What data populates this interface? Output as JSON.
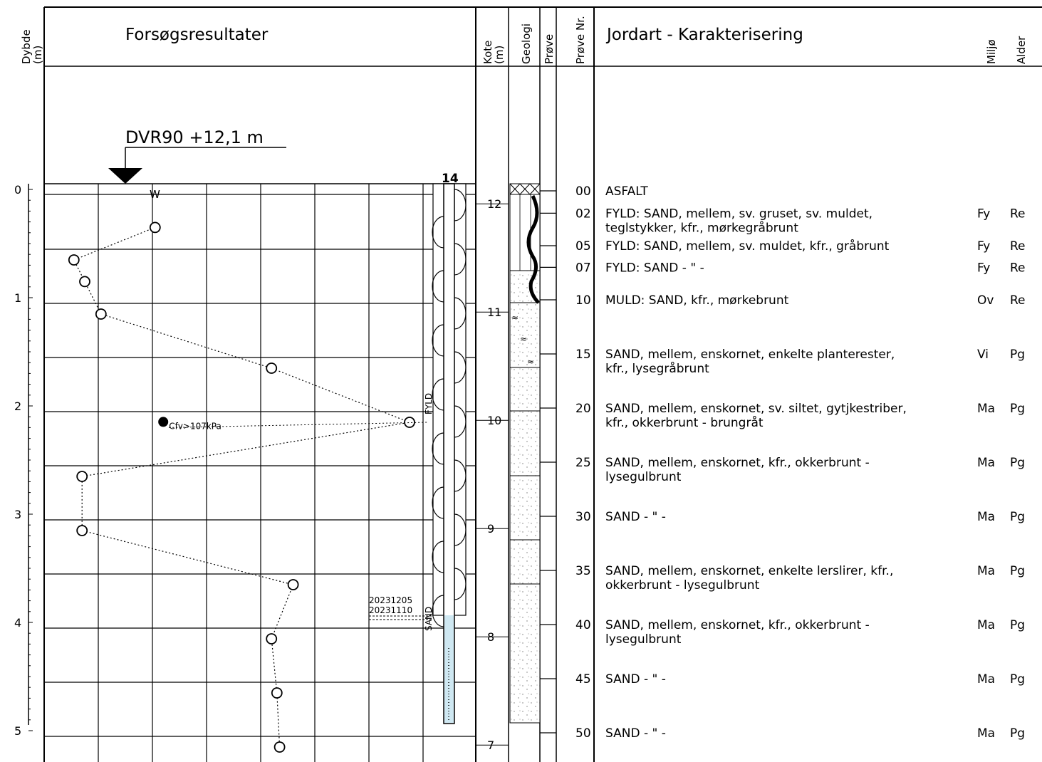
{
  "headers": {
    "dybde": "Dybde",
    "dybde_unit": "(m)",
    "forsog": "Forsøgsresultater",
    "kote": "Kote",
    "kote_unit": "(m)",
    "geologi": "Geologi",
    "prove": "Prøve",
    "prove_nr": "Prøve Nr.",
    "jordart": "Jordart - Karakterisering",
    "miljo": "Miljø",
    "alder": "Alder"
  },
  "reference": {
    "label": "DVR90 +12,1 m",
    "level": 12.1
  },
  "depth_ticks": [
    "0",
    "1",
    "2",
    "3",
    "4",
    "5"
  ],
  "kote_ticks": [
    "12",
    "11",
    "10",
    "9",
    "8",
    "7"
  ],
  "water": {
    "marker": "W",
    "dates": [
      "20231205",
      "20231110"
    ]
  },
  "pipe": {
    "top_label": "14",
    "filter_labels": [
      "FYLD",
      "SAND"
    ]
  },
  "vane_test": {
    "label": "Cfv>107kPa",
    "depth": 2.2
  },
  "chart_data": {
    "type": "scatter",
    "description_series": "measurements vs depth (m)",
    "open_points": [
      {
        "x": 2.05,
        "depth": 0.2
      },
      {
        "x": 0.55,
        "depth": 0.5
      },
      {
        "x": 0.75,
        "depth": 0.7
      },
      {
        "x": 1.05,
        "depth": 1.0
      },
      {
        "x": 4.2,
        "depth": 1.5
      },
      {
        "x": 6.75,
        "depth": 2.0
      },
      {
        "x": 0.7,
        "depth": 2.5
      },
      {
        "x": 0.7,
        "depth": 3.0
      },
      {
        "x": 4.6,
        "depth": 3.5
      },
      {
        "x": 4.2,
        "depth": 4.0
      },
      {
        "x": 4.3,
        "depth": 4.5
      },
      {
        "x": 4.35,
        "depth": 5.0
      }
    ],
    "filled_points": [
      {
        "x": 2.2,
        "depth": 2.2
      }
    ],
    "ylim": [
      0,
      5
    ],
    "grid": true
  },
  "samples": [
    {
      "nr": "00",
      "desc": [
        "ASFALT"
      ],
      "miljo": "",
      "alder": "",
      "depth": 0.0
    },
    {
      "nr": "02",
      "desc": [
        "FYLD: SAND, mellem, sv. gruset, sv. muldet,",
        "teglstykker, kfr., mørkegråbrunt"
      ],
      "miljo": "Fy",
      "alder": "Re",
      "depth": 0.2
    },
    {
      "nr": "05",
      "desc": [
        "FYLD: SAND, mellem, sv. muldet, kfr., gråbrunt"
      ],
      "miljo": "Fy",
      "alder": "Re",
      "depth": 0.5
    },
    {
      "nr": "07",
      "desc": [
        "FYLD: SAND        - \" -"
      ],
      "miljo": "Fy",
      "alder": "Re",
      "depth": 0.7
    },
    {
      "nr": "10",
      "desc": [
        "MULD: SAND, kfr., mørkebrunt"
      ],
      "miljo": "Ov",
      "alder": "Re",
      "depth": 1.0
    },
    {
      "nr": "15",
      "desc": [
        "SAND, mellem, enskornet, enkelte planterester,",
        "kfr., lysegråbrunt"
      ],
      "miljo": "Vi",
      "alder": "Pg",
      "depth": 1.5
    },
    {
      "nr": "20",
      "desc": [
        "SAND, mellem, enskornet, sv. siltet, gytjkestriber,",
        "kfr., okkerbrunt - brungråt"
      ],
      "miljo": "Ma",
      "alder": "Pg",
      "depth": 2.0
    },
    {
      "nr": "25",
      "desc": [
        "SAND, mellem, enskornet, kfr., okkerbrunt -",
        "lysegulbrunt"
      ],
      "miljo": "Ma",
      "alder": "Pg",
      "depth": 2.5
    },
    {
      "nr": "30",
      "desc": [
        "SAND        - \" -"
      ],
      "miljo": "Ma",
      "alder": "Pg",
      "depth": 3.0
    },
    {
      "nr": "35",
      "desc": [
        "SAND, mellem, enskornet, enkelte lerslirer, kfr.,",
        "okkerbrunt - lysegulbrunt"
      ],
      "miljo": "Ma",
      "alder": "Pg",
      "depth": 3.5
    },
    {
      "nr": "40",
      "desc": [
        "SAND, mellem, enskornet, kfr., okkerbrunt -",
        "lysegulbrunt"
      ],
      "miljo": "Ma",
      "alder": "Pg",
      "depth": 4.0
    },
    {
      "nr": "45",
      "desc": [
        "SAND        - \" -"
      ],
      "miljo": "Ma",
      "alder": "Pg",
      "depth": 4.5
    },
    {
      "nr": "50",
      "desc": [
        "SAND        - \" -"
      ],
      "miljo": "Ma",
      "alder": "Pg",
      "depth": 5.0
    }
  ]
}
